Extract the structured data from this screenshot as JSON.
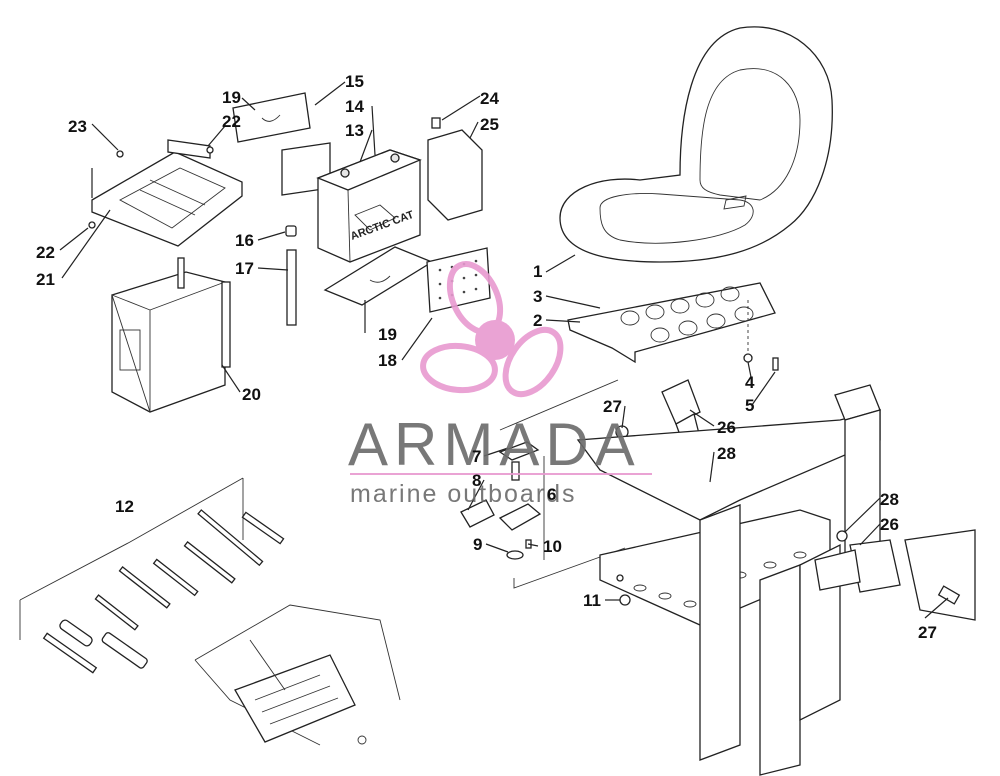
{
  "watermark": {
    "brand": "ARMADA",
    "tagline": "marine outboards",
    "pink": "#e89ad0",
    "gray": "#6a6a6a"
  },
  "labels": {
    "l1": "1",
    "l2": "2",
    "l3": "3",
    "l4": "4",
    "l5": "5",
    "l6": "6",
    "l7": "7",
    "l8": "8",
    "l9": "9",
    "l10": "10",
    "l11": "11",
    "l12": "12",
    "l13": "13",
    "l14": "14",
    "l15": "15",
    "l16": "16",
    "l17": "17",
    "l18": "18",
    "l19a": "19",
    "l19b": "19",
    "l20": "20",
    "l21": "21",
    "l22a": "22",
    "l22b": "22",
    "l23": "23",
    "l24": "24",
    "l25": "25",
    "l26a": "26",
    "l26b": "26",
    "l27a": "27",
    "l27b": "27",
    "l28a": "28",
    "l28b": "28"
  },
  "battery_brand": "ARCTIC CAT"
}
